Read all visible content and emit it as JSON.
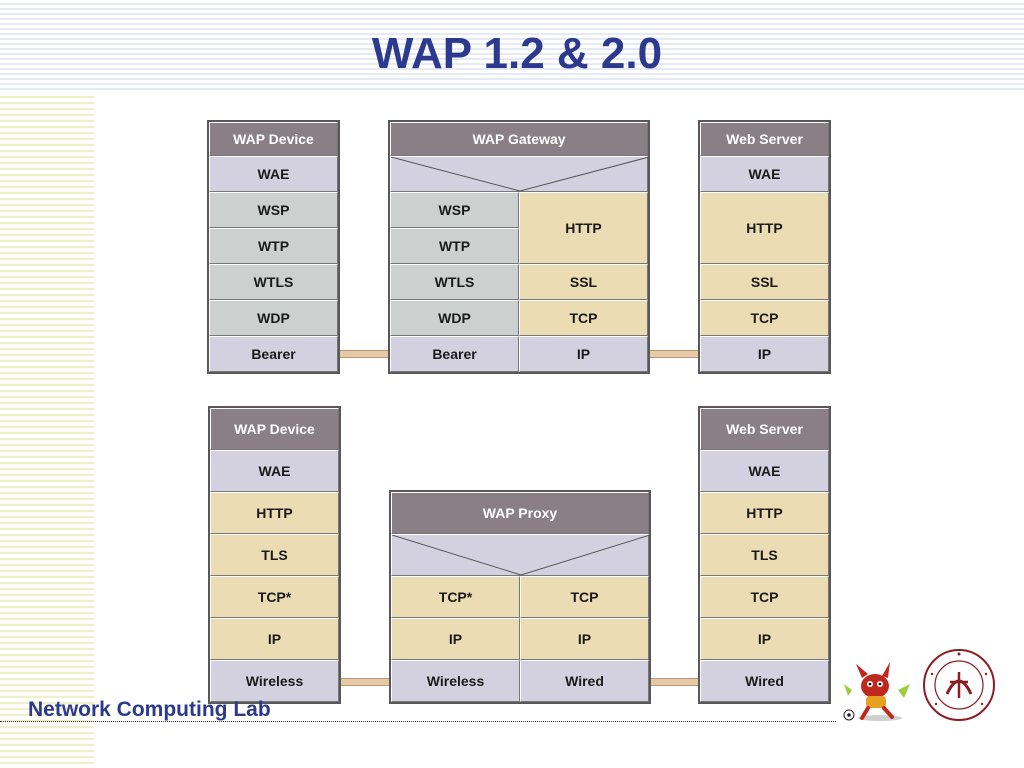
{
  "title": "WAP 1.2 & 2.0",
  "footer": "Network Computing Lab",
  "diagram1": {
    "device": {
      "header": "WAP Device",
      "layers": [
        "WAE",
        "WSP",
        "WTP",
        "WTLS",
        "WDP",
        "Bearer"
      ]
    },
    "gateway": {
      "header": "WAP Gateway",
      "left": [
        "WSP",
        "WTP",
        "WTLS",
        "WDP",
        "Bearer"
      ],
      "right": [
        "HTTP",
        "SSL",
        "TCP",
        "IP"
      ]
    },
    "server": {
      "header": "Web Server",
      "layers": [
        "WAE",
        "HTTP",
        "SSL",
        "TCP",
        "IP"
      ]
    }
  },
  "diagram2": {
    "device": {
      "header": "WAP Device",
      "layers": [
        "WAE",
        "HTTP",
        "TLS",
        "TCP*",
        "IP",
        "Wireless"
      ]
    },
    "proxy": {
      "header": "WAP Proxy",
      "left": [
        "TCP*",
        "IP",
        "Wireless"
      ],
      "right": [
        "TCP",
        "IP",
        "Wired"
      ]
    },
    "server": {
      "header": "Web Server",
      "layers": [
        "WAE",
        "HTTP",
        "TLS",
        "TCP",
        "IP",
        "Wired"
      ]
    }
  },
  "colors": {
    "title": "#2b3a8f",
    "header": "#8a7f85",
    "lavender": "#d3d0df",
    "gray": "#ccd1cf",
    "tan": "#ecdcb4",
    "connector": "#e8c9a6"
  }
}
